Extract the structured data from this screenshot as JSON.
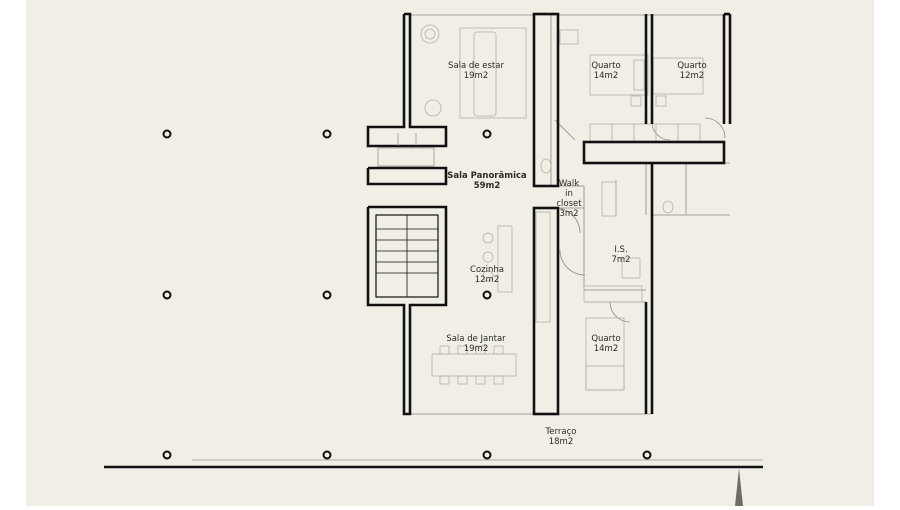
{
  "colors": {
    "page_background": "#ffffff",
    "plan_background": "#f1eee6",
    "wall": "#111111",
    "fine_line": "#8d8a82",
    "fixture_line": "#b4b0a6"
  },
  "rooms": {
    "sala_estar": {
      "name": "Sala de estar",
      "area": "19m2"
    },
    "quarto_1": {
      "name": "Quarto",
      "area": "14m2"
    },
    "quarto_2": {
      "name": "Quarto",
      "area": "12m2"
    },
    "sala_panoramica": {
      "name": "Sala Panorâmica",
      "area": "59m2"
    },
    "walk_in_closet": {
      "line1": "Walk",
      "line2": "in",
      "line3": "closet",
      "area": "3m2"
    },
    "cozinha": {
      "name": "Cozinha",
      "area": "12m2"
    },
    "is": {
      "name": "I.S.",
      "area": "7m2"
    },
    "sala_jantar": {
      "name": "Sala de Jantar",
      "area": "19m2"
    },
    "quarto_3": {
      "name": "Quarto",
      "area": "14m2"
    },
    "terraco": {
      "name": "Terraço",
      "area": "18m2"
    }
  }
}
